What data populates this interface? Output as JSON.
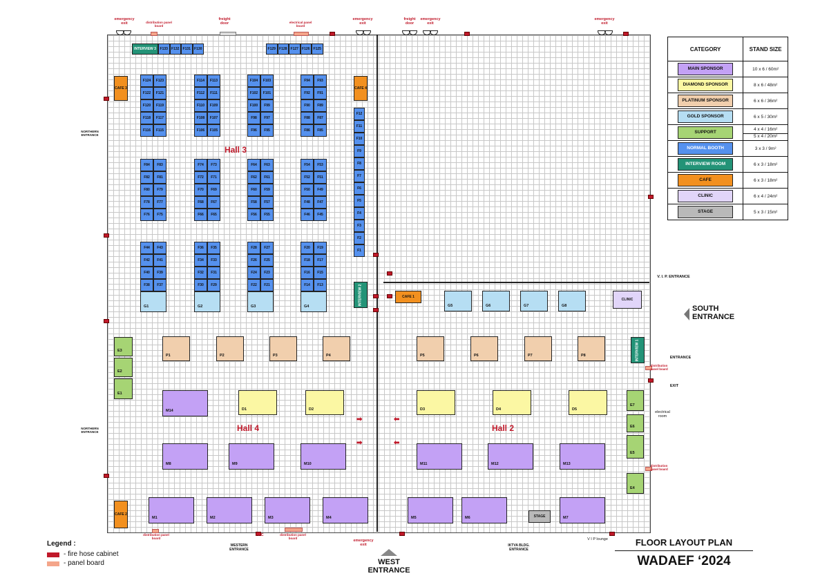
{
  "colors": {
    "main_sponsor": "#c3a1f5",
    "diamond_sponsor": "#fbf7a3",
    "platinum_sponsor": "#f1cfad",
    "gold_sponsor": "#b6def3",
    "support": "#a6d474",
    "normal_booth": "#5591ee",
    "interview_room": "#239377",
    "cafe": "#f2901f",
    "clinic": "#e1d5f9",
    "stage": "#b9b9b9",
    "hall_label": "#c0192a"
  },
  "halls": {
    "hall3": "Hall 3",
    "hall4": "Hall 4",
    "hall2": "Hall 2"
  },
  "category_table": {
    "header_category": "CATEGORY",
    "header_size": "STAND SIZE",
    "rows": [
      {
        "name": "MAIN SPONSOR",
        "size": "10 x 6 / 60m²",
        "color_key": "main_sponsor"
      },
      {
        "name": "DIAMOND SPONSOR",
        "size": "8 x 6 / 48m²",
        "color_key": "diamond_sponsor"
      },
      {
        "name": "PLATINUM SPONSOR",
        "size": "6 x 6 / 36m²",
        "color_key": "platinum_sponsor"
      },
      {
        "name": "GOLD SPONSOR",
        "size": "6 x 5 / 30m²",
        "color_key": "gold_sponsor"
      },
      {
        "name": "SUPPORT",
        "size": "4 x 4 / 16m²",
        "size2": "5 x 4 / 20m²",
        "color_key": "support"
      },
      {
        "name": "NORMAL BOOTH",
        "size": "3 x 3 / 9m²",
        "color_key": "normal_booth"
      },
      {
        "name": "INTERVIEW ROOM",
        "size": "6 x 3 / 18m²",
        "color_key": "interview_room"
      },
      {
        "name": "CAFE",
        "size": "6 x 3 / 18m²",
        "color_key": "cafe"
      },
      {
        "name": "CLINIC",
        "size": "6 x 4 / 24m²",
        "color_key": "clinic"
      },
      {
        "name": "STAGE",
        "size": "5 x 3 / 15m²",
        "color_key": "stage"
      }
    ]
  },
  "legend": {
    "title": "Legend :",
    "fire_hose": "-  fire hose cabinet",
    "panel_board": "-  panel board"
  },
  "title_block": {
    "line1": "FLOOR LAYOUT PLAN",
    "line2": "WADAEF ‘2024"
  },
  "entrances": {
    "west": "WEST ENTRANCE",
    "south": "SOUTH ENTRANCE",
    "northern": "NORTHERN ENTRANCE",
    "western": "WESTERN ENTRANCE",
    "iktva": "IKTVA BLDG. ENTRANCE",
    "vip_lounge": "V I P lounge",
    "vip_entrance": "V. I. P. ENTRANCE",
    "entrance": "ENTRANCE",
    "exit": "EXIT",
    "electrical_room": "electrical room"
  },
  "labels": {
    "emergency_exit": "emergency exit",
    "freight_door": "freight door",
    "distribution_panel_board": "distribution panel board",
    "electrical_panel_board": "electrical panel board",
    "fhc": "FHC"
  },
  "booths": {
    "interview3": "INTERVIEW 3",
    "interview2": "INTERVIEW 2",
    "interview1": "INTERVIEW 1",
    "cafe1": "CAFE 1",
    "cafe2": "CAFE 2",
    "cafe3": "CAFE 3",
    "cafe4": "CAFE 4",
    "clinic": "CLINIC",
    "stage": "STAGE",
    "top_row_left": [
      "F133",
      "F132",
      "F131",
      "F130"
    ],
    "top_row_right": [
      "F129",
      "F128",
      "F127",
      "F126",
      "F125"
    ],
    "right_column": [
      "F12",
      "F11",
      "F10",
      "F9",
      "F8",
      "F7",
      "F6",
      "F5",
      "F4",
      "F3",
      "F2",
      "F1"
    ],
    "block_upper": [
      [
        "F124",
        "F123",
        "F122",
        "F121",
        "F120",
        "F119",
        "F118",
        "F117",
        "F116",
        "F115"
      ],
      [
        "F114",
        "F113",
        "F112",
        "F111",
        "F110",
        "F109",
        "F108",
        "F107",
        "F106",
        "F105"
      ],
      [
        "F104",
        "F103",
        "F102",
        "F101",
        "F100",
        "F99",
        "F98",
        "F97",
        "F96",
        "F95"
      ],
      [
        "F94",
        "F93",
        "F92",
        "F91",
        "F90",
        "F89",
        "F88",
        "F87",
        "F86",
        "F85"
      ]
    ],
    "block_middle": [
      [
        "F84",
        "F83",
        "F82",
        "F81",
        "F80",
        "F79",
        "F78",
        "F77",
        "F76",
        "F75"
      ],
      [
        "F74",
        "F73",
        "F72",
        "F71",
        "F70",
        "F69",
        "F68",
        "F67",
        "F66",
        "F65"
      ],
      [
        "F64",
        "F63",
        "F62",
        "F61",
        "F60",
        "F59",
        "F58",
        "F57",
        "F56",
        "F55"
      ],
      [
        "F54",
        "F53",
        "F52",
        "F51",
        "F50",
        "F49",
        "F48",
        "F47",
        "F46",
        "F45"
      ]
    ],
    "block_lower": [
      [
        "F44",
        "F43",
        "F42",
        "F41",
        "F40",
        "F39",
        "F38",
        "F37"
      ],
      [
        "F36",
        "F35",
        "F34",
        "F33",
        "F32",
        "F31",
        "F30",
        "F29"
      ],
      [
        "F28",
        "F27",
        "F26",
        "F25",
        "F24",
        "F23",
        "F22",
        "F21"
      ],
      [
        "F20",
        "F19",
        "F18",
        "F17",
        "F16",
        "F15",
        "F14",
        "F13"
      ]
    ],
    "gold_left": [
      "G1",
      "G2",
      "G3",
      "G4"
    ],
    "gold_right": [
      "G5",
      "G6",
      "G7",
      "G8"
    ],
    "platinum": [
      "P1",
      "P2",
      "P3",
      "P4",
      "P5",
      "P6",
      "P7",
      "P8"
    ],
    "diamond": [
      "D1",
      "D2",
      "D3",
      "D4",
      "D5"
    ],
    "main": [
      "M14",
      "M8",
      "M9",
      "M10",
      "M11",
      "M12",
      "M13",
      "M1",
      "M2",
      "M3",
      "M4",
      "M5",
      "M6",
      "M7"
    ],
    "support": [
      "E3",
      "E2",
      "E1",
      "E7",
      "E6",
      "E5",
      "E4"
    ]
  }
}
